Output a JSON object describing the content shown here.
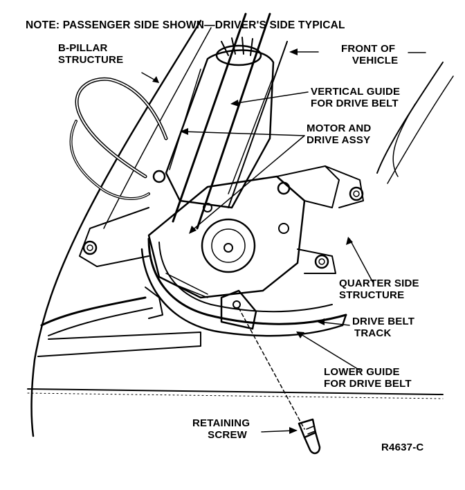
{
  "note": "NOTE: PASSENGER SIDE SHOWN—DRIVER'S SIDE TYPICAL",
  "labels": {
    "b_pillar": [
      "B-PILLAR",
      "STRUCTURE"
    ],
    "front": [
      "FRONT OF",
      "VEHICLE"
    ],
    "vertical_guide": [
      "VERTICAL GUIDE",
      "FOR DRIVE BELT"
    ],
    "motor": [
      "MOTOR AND",
      "DRIVE ASSY"
    ],
    "quarter": [
      "QUARTER SIDE",
      "STRUCTURE"
    ],
    "belt_track": [
      "DRIVE BELT",
      "TRACK"
    ],
    "lower_guide": [
      "LOWER GUIDE",
      "FOR DRIVE BELT"
    ],
    "screw": [
      "RETAINING",
      "SCREW"
    ]
  },
  "figure_code": "R4637-C",
  "colors": {
    "ink": "#000000",
    "paper": "#ffffff"
  }
}
